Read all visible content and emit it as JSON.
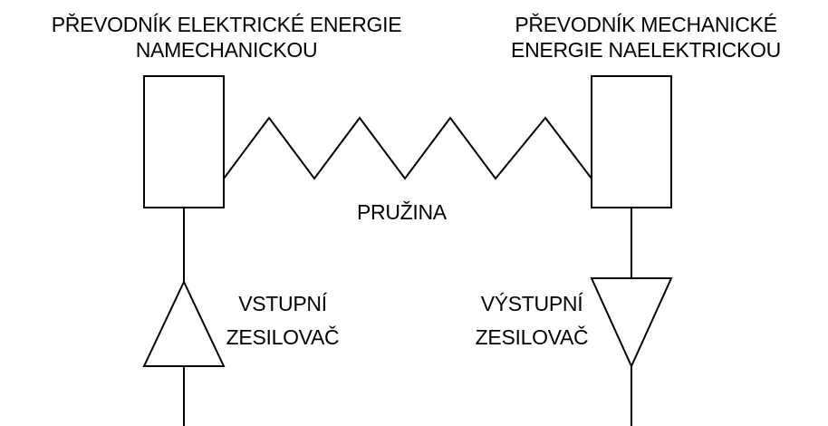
{
  "labels": {
    "left_converter_line1": "PŘEVODNÍK ELEKTRICKÉ ENERGIE",
    "left_converter_line2": "NAMECHANICKOU",
    "right_converter_line1": "PŘEVODNÍK MECHANICKÉ",
    "right_converter_line2": "ENERGIE NAELEKTRICKOU",
    "spring": "PRUŽINA",
    "input_amp_line1": "VSTUPNÍ",
    "input_amp_line2": "ZESILOVAČ",
    "output_amp_line1": "VÝSTUPNÍ",
    "output_amp_line2": "ZESILOVAČ"
  },
  "colors": {
    "stroke": "#000000",
    "background": "#ffffff"
  }
}
